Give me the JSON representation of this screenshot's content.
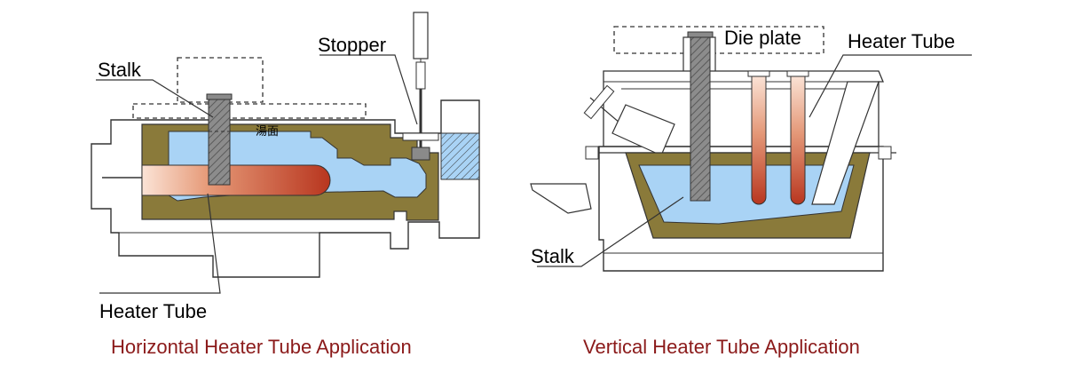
{
  "left_diagram": {
    "labels": {
      "stalk": "Stalk",
      "stopper": "Stopper",
      "melt_surface": "湯面",
      "heater_tube": "Heater Tube"
    },
    "caption": "Horizontal Heater Tube Application"
  },
  "right_diagram": {
    "labels": {
      "die_plate": "Die plate",
      "heater_tube": "Heater Tube",
      "stalk": "Stalk"
    },
    "caption": "Vertical Heater Tube Application"
  },
  "colors": {
    "caption": "#8b1a1a",
    "refractory": "#8a7a3a",
    "molten_metal": "#a9d3f5",
    "heater_tube_hot": "#c0402a",
    "heater_tube_light": "#f6d3bf",
    "stalk": "#8a8a8a"
  }
}
